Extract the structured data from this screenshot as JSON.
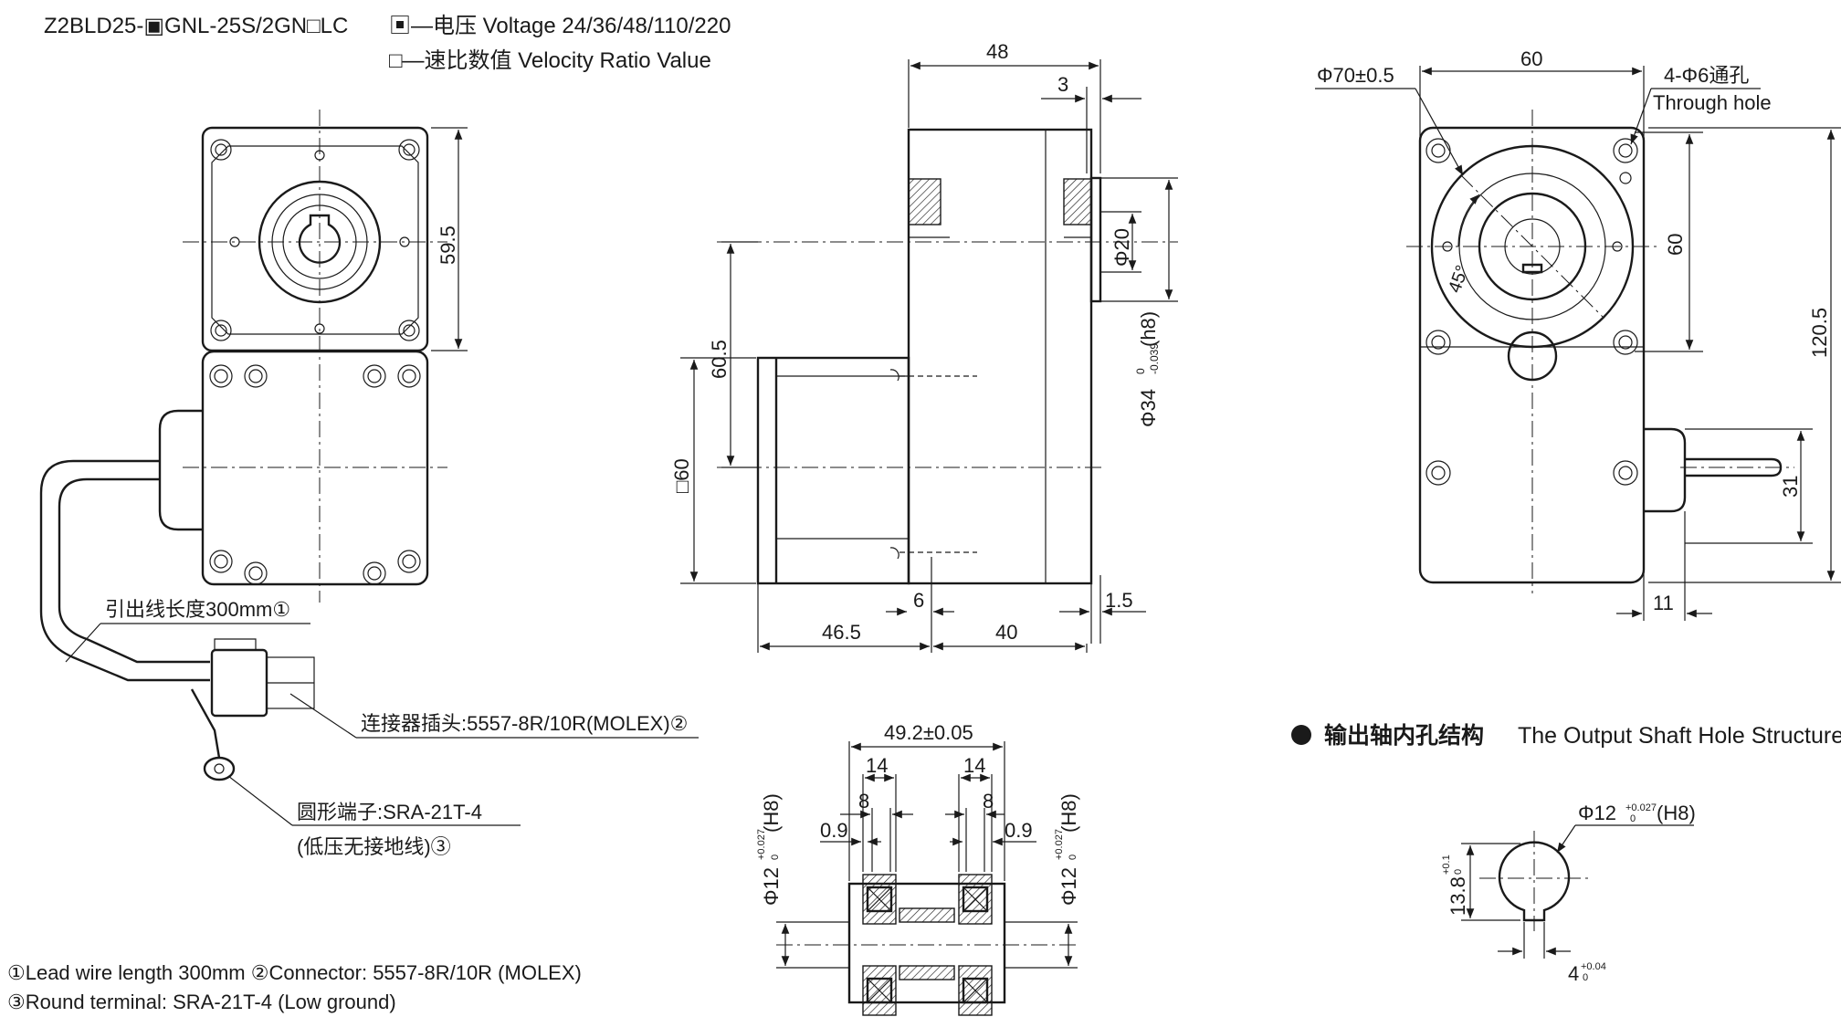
{
  "header": {
    "model": "Z2BLD25-▣GNL-25S/2GN□LC",
    "legend_voltage": "▣—电压 Voltage 24/36/48/110/220",
    "legend_ratio": "□—速比数值 Velocity Ratio Value"
  },
  "front_view": {
    "dim_height": "59.5",
    "note_lead_wire": "引出线长度300mm①",
    "note_connector": "连接器插头:5557-8R/10R(MOLEX)②",
    "note_terminal_line1": "圆形端子:SRA-21T-4",
    "note_terminal_line2": "(低压无接地线)③"
  },
  "side_view": {
    "dim_top": "48",
    "dim_3": "3",
    "dim_shaft_dia": "Φ20",
    "dim_flange_dia": "Φ34",
    "dim_flange_tol": "0",
    "dim_flange_tol2": "-0.039",
    "dim_flange_fit": "(h8)",
    "dim_60_5": "60.5",
    "dim_square_60": "□60",
    "dim_6": "6",
    "dim_1_5": "1.5",
    "dim_46_5": "46.5",
    "dim_40": "40"
  },
  "right_view": {
    "dim_phi70": "Φ70±0.5",
    "dim_60_top": "60",
    "hole_note_cn": "4-Φ6通孔",
    "hole_note_en": "Through hole",
    "dim_60_side": "60",
    "dim_120_5": "120.5",
    "dim_45": "45°",
    "dim_31": "31",
    "dim_11": "11"
  },
  "hollow_section": {
    "dim_49_2": "49.2±0.05",
    "dim_14_left": "14",
    "dim_14_right": "14",
    "dim_8_left": "8",
    "dim_8_right": "8",
    "dim_0_9_left": "0.9",
    "dim_0_9_right": "0.9",
    "dim_phi12_left": "Φ12",
    "dim_phi12_right": "Φ12",
    "tol_upper": "+0.027",
    "tol_lower": "0",
    "fit": "(H8)"
  },
  "output_hole": {
    "title_cn": "输出轴内孔结构",
    "title_en": "The Output Shaft Hole Structure",
    "dim_phi12": "Φ12",
    "dim_phi12_tol_upper": "+0.027",
    "dim_phi12_tol_lower": "0",
    "dim_phi12_fit": "(H8)",
    "dim_13_8": "13.8",
    "dim_13_8_tol_upper": "+0.1",
    "dim_13_8_tol_lower": "0",
    "dim_4": "4",
    "dim_4_tol_upper": "+0.04",
    "dim_4_tol_lower": "0"
  },
  "footnotes": {
    "line1": "①Lead wire length 300mm  ②Connector: 5557-8R/10R (MOLEX)",
    "line2": "③Round terminal: SRA-21T-4 (Low ground)"
  }
}
